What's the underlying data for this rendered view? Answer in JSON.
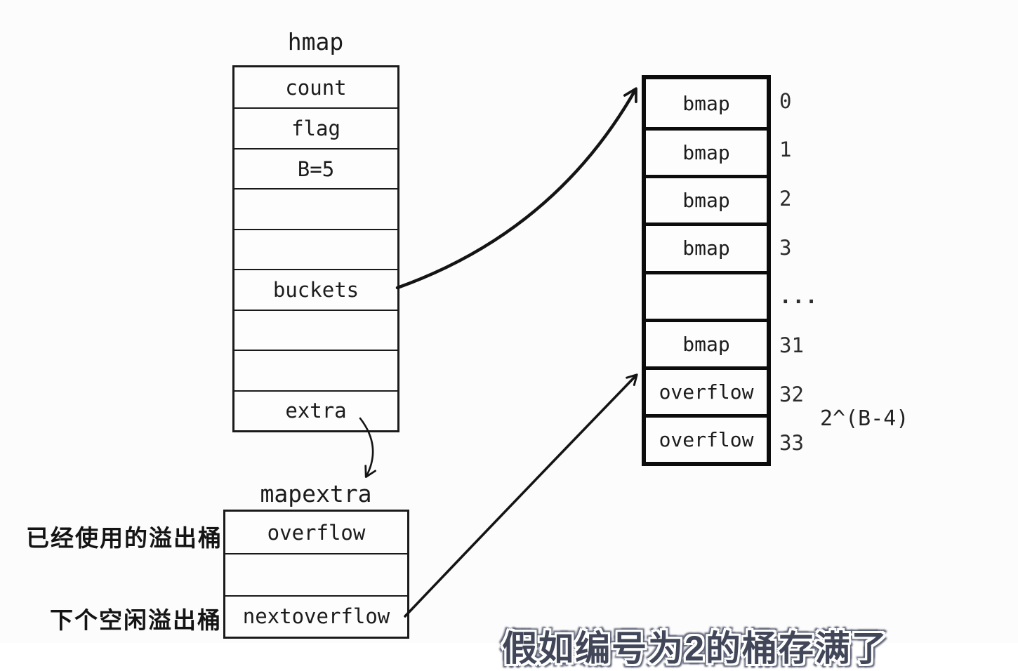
{
  "hmap": {
    "title": "hmap",
    "rows": [
      "count",
      "flag",
      "B=5",
      "",
      "",
      "buckets",
      "",
      "",
      "extra"
    ]
  },
  "bucket_array": {
    "rows": [
      {
        "label": "bmap",
        "index": "0"
      },
      {
        "label": "bmap",
        "index": "1"
      },
      {
        "label": "bmap",
        "index": "2"
      },
      {
        "label": "bmap",
        "index": "3"
      },
      {
        "label": "",
        "index": "..."
      },
      {
        "label": "bmap",
        "index": "31"
      },
      {
        "label": "overflow",
        "index": "32"
      },
      {
        "label": "overflow",
        "index": "33"
      }
    ],
    "size_label": "2^(B-4)"
  },
  "mapextra": {
    "title": "mapextra",
    "rows": [
      "overflow",
      "",
      "nextoverflow"
    ],
    "annotations": {
      "overflow": "已经使用的溢出桶",
      "nextoverflow": "下个空闲溢出桶"
    }
  },
  "caption": "假如编号为2的桶存满了",
  "colors": {
    "line": "#1a1a1a",
    "array_line": "#0c0c0c",
    "text": "#1c1c1c",
    "index_text": "#2d2d2d",
    "caption_fill": "#414659",
    "caption_outline": "#ffffff",
    "background": "#fcfcfc"
  }
}
